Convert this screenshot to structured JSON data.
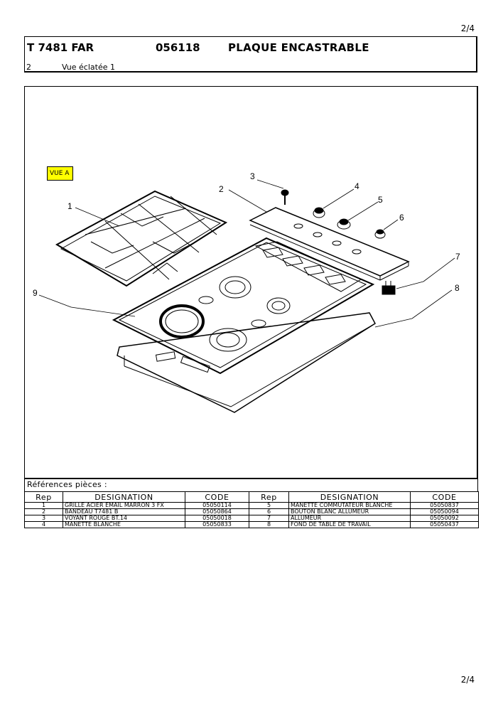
{
  "page": {
    "number": "2/4"
  },
  "header": {
    "model": "T 7481 FAR",
    "code": "056118",
    "title": "PLAQUE ENCASTRABLE",
    "section_number": "2",
    "view_title": "Vue éclatée 1"
  },
  "drawing": {
    "view_tag": "VUE A",
    "callouts": [
      "1",
      "2",
      "3",
      "4",
      "5",
      "6",
      "7",
      "8",
      "9"
    ]
  },
  "references": {
    "label": "Références pièces  :",
    "headers": [
      "Rep",
      "DESIGNATION",
      "CODE",
      "Rep",
      "DESIGNATION",
      "CODE"
    ],
    "rows": [
      {
        "rep1": "1",
        "des1": "GRILLE ACIER EMAIL MARRON 3 FX",
        "code1": "05050114",
        "rep2": "5",
        "des2": "MANETTE COMMUTATEUR BLANCHE",
        "code2": "05050837"
      },
      {
        "rep1": "2",
        "des1": "BANDEAU T7481 B",
        "code1": "05050864",
        "rep2": "6",
        "des2": "BOUTON BLANC ALLUMEUR",
        "code2": "05050094"
      },
      {
        "rep1": "3",
        "des1": "VOYANT ROUGE BT.14",
        "code1": "05050018",
        "rep2": "7",
        "des2": "ALLUMEUR",
        "code2": "05050092"
      },
      {
        "rep1": "4",
        "des1": "MANETTE BLANCHE",
        "code1": "05050833",
        "rep2": "8",
        "des2": "FOND DE TABLE DE TRAVAIL",
        "code2": "05050437"
      }
    ]
  },
  "colors": {
    "view_tag_bg": "#ffff00",
    "ink": "#000000"
  }
}
